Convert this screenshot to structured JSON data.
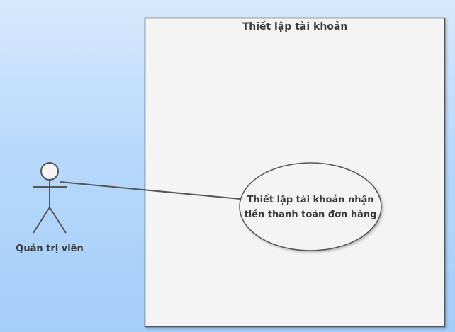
{
  "diagram": {
    "type": "use-case",
    "system_boundary": {
      "title": "Thiết lập tài khoản"
    },
    "actors": [
      {
        "label": "Quản trị viên"
      }
    ],
    "use_cases": [
      {
        "label": "Thiết lập tài khoản nhận\ntiền thanh toán đơn hàng"
      }
    ],
    "associations": [
      {
        "from": "Quản trị viên",
        "to": "Thiết lập tài khoản nhận tiền thanh toán đơn hàng"
      }
    ],
    "colors": {
      "background_top": "#d6e9fc",
      "background_bottom": "#a4cdf9",
      "boundary_fill": "#f4f4f4",
      "stroke": "#555555",
      "text": "#3c3c3c"
    }
  }
}
